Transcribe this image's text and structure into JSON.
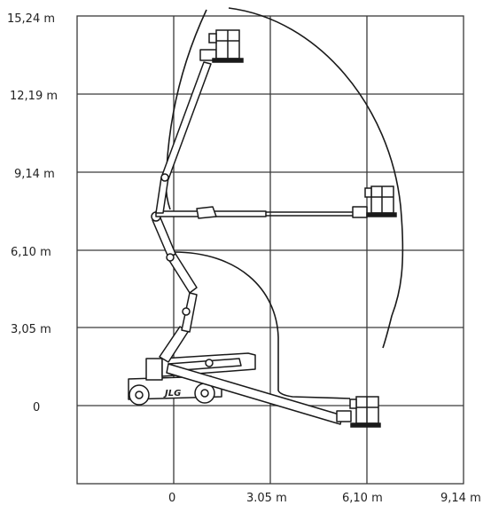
{
  "colors": {
    "grid": "#3a3a3a",
    "line": "#1a1a1a",
    "fill": "#ffffff"
  },
  "y_labels": [
    "15,24 m",
    "12,19 m",
    "9,14 m",
    "6,10 m",
    "3,05 m",
    "0"
  ],
  "x_labels": [
    "0",
    "3.05 m",
    "6,10 m",
    "9,14 m"
  ],
  "machine_logo": "JLG"
}
